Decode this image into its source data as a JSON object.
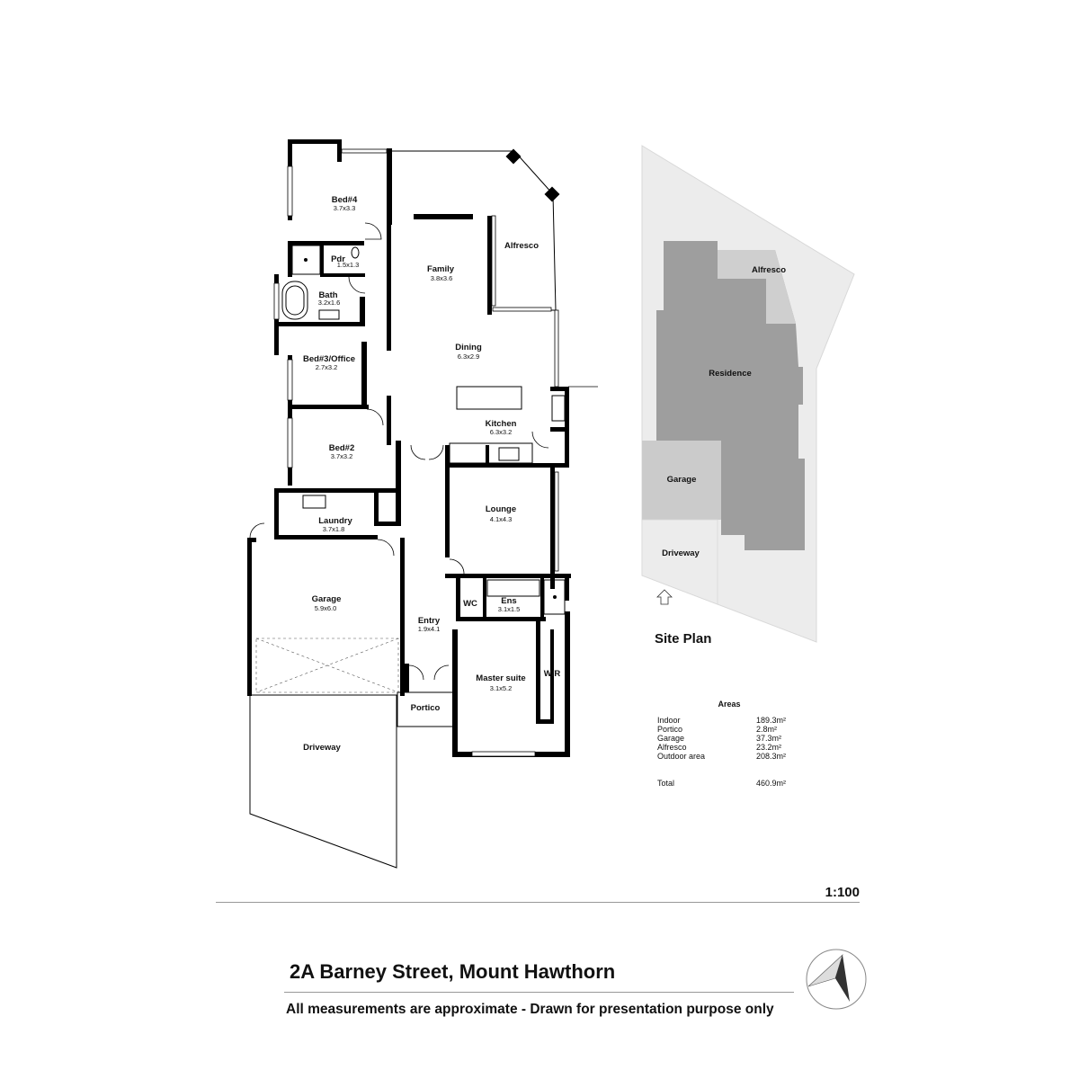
{
  "rooms": {
    "bed4": {
      "name": "Bed#4",
      "dim": "3.7x3.3"
    },
    "pdr": {
      "name": "Pdr",
      "dim": "1.5x1.3"
    },
    "bath": {
      "name": "Bath",
      "dim": "3.2x1.6"
    },
    "bed3": {
      "name": "Bed#3/Office",
      "dim": "2.7x3.2"
    },
    "bed2": {
      "name": "Bed#2",
      "dim": "3.7x3.2"
    },
    "laundry": {
      "name": "Laundry",
      "dim": "3.7x1.8"
    },
    "garage": {
      "name": "Garage",
      "dim": "5.9x6.0"
    },
    "driveway": {
      "name": "Driveway"
    },
    "family": {
      "name": "Family",
      "dim": "3.8x3.6"
    },
    "alfresco": {
      "name": "Alfresco"
    },
    "dining": {
      "name": "Dining",
      "dim": "6.3x2.9"
    },
    "kitchen": {
      "name": "Kitchen",
      "dim": "6.3x3.2"
    },
    "lounge": {
      "name": "Lounge",
      "dim": "4.1x4.3"
    },
    "wc": {
      "name": "WC"
    },
    "ens": {
      "name": "Ens",
      "dim": "3.1x1.5"
    },
    "entry": {
      "name": "Entry",
      "dim": "1.9x4.1"
    },
    "master": {
      "name": "Master suite",
      "dim": "3.1x5.2"
    },
    "wr": {
      "name": "W/R"
    },
    "portico": {
      "name": "Portico"
    }
  },
  "site_plan": {
    "title": "Site Plan",
    "labels": {
      "alfresco": "Alfresco",
      "residence": "Residence",
      "garage": "Garage",
      "driveway": "Driveway"
    },
    "colors": {
      "lot": "#ececec",
      "residence": "#9e9e9e",
      "alfresco": "#cfcfcf",
      "garage": "#cbcbcb",
      "driveway": "#ececec"
    }
  },
  "areas": {
    "heading": "Areas",
    "rows": [
      {
        "label": "Indoor",
        "value": "189.3m²"
      },
      {
        "label": "Portico",
        "value": "2.8m²"
      },
      {
        "label": "Garage",
        "value": "37.3m²"
      },
      {
        "label": "Alfresco",
        "value": "23.2m²"
      },
      {
        "label": "Outdoor area",
        "value": "208.3m²"
      }
    ],
    "total": {
      "label": "Total",
      "value": "460.9m²"
    }
  },
  "scale": "1:100",
  "address": "2A Barney Street, Mount Hawthorn",
  "disclaimer": "All measurements are approximate - Drawn for presentation purpose only",
  "icons": {
    "compass": "north-arrow-icon",
    "entrance": "entrance-arrow-icon"
  }
}
